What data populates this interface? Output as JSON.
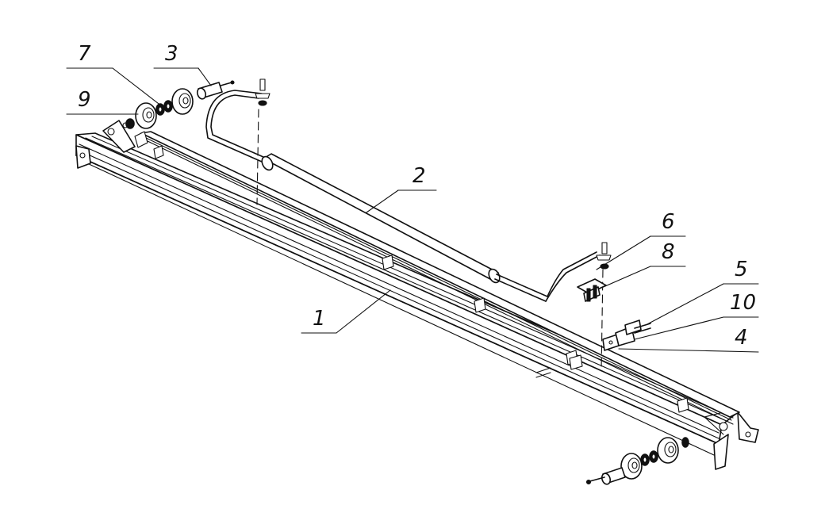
{
  "diagram": {
    "labels": {
      "p1": "1",
      "p2": "2",
      "p3": "3",
      "p4": "4",
      "p5": "5",
      "p6": "6",
      "p7": "7",
      "p8": "8",
      "p9": "9",
      "p10": "10"
    }
  }
}
